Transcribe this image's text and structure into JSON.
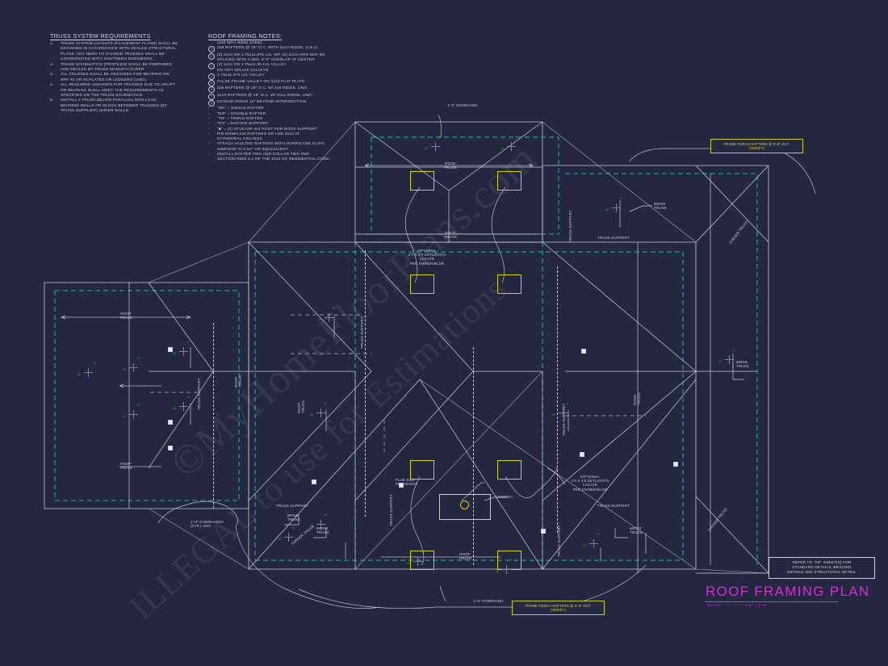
{
  "sheet": {
    "background_color": "#232740",
    "line_color": "#c9ccd8",
    "cyan_color": "#1bb3b3",
    "yellow_color": "#d6d400",
    "magenta_color": "#d62fd6",
    "green_color": "#2fbf2f"
  },
  "truss_requirements": {
    "title": "TRUSS SYSTEM REQUIREMENTS",
    "items": [
      {
        "num": "1.",
        "text": "TRUSS SYSTEM LAYOUTS (PLACEMENT PLANS) SHALL BE\nDESIGNED IN ACCORDANCE WITH SEALED STRUCTURAL\nPLANS. ANY NEED TO CHANGE TRUSSES SHALL BE\nCOORDINATED WITH SOUTHERN ENGINEERS."
      },
      {
        "num": "2.",
        "text": "TRUSS SCHEMATICS (PROFILES) SHALL BE PREPARED\nAND SEALED BY TRUSS MANUFACTURER."
      },
      {
        "num": "3.",
        "text": "ALL TRUSSES SHALL BE DESIGNED FOR BEARING ON\nSPF #2 OR #3 PLATES OR LEDGERS (UNO)."
      },
      {
        "num": "4.",
        "text": "ALL REQUIRED ANCHORS FOR TRUSSES DUE TO UPLIFT\nOR BEARING SHALL MEET THE REQUIREMENTS AS\nSPECIFIED ON THE TRUSS SCHEMATICS."
      },
      {
        "num": "5.",
        "text": "INSTALL A TRUSS BELOW PARALLEL NON-LOAD\nBEARING WALLS OR BLOCK BETWEEN TRUSSES (BY\nTRUSS SUPPLIER) UNDER WALLS."
      }
    ]
  },
  "roof_framing_notes": {
    "title": "ROOF FRAMING NOTES:",
    "subtitle": "(100 MPH WIND ZONE)",
    "numbered": [
      {
        "key": "1",
        "text": "2x8 RAFTERS @ 16\" O.C. WITH 2x10 RIDGE, U.N.O."
      },
      {
        "key": "2",
        "text": "(2) 2x10 OR 1.75x11.875 LVL HIP. (2) 2x10 HIPS MAY BE\nSPLICED WITH A MIN. 6'-0\" OVERLAP AT CENTER"
      },
      {
        "key": "3",
        "text": "(2) 2x10 OR 1.75x11.25 LVL VALLEY.\nDO NOT SPLICE VALLEYS"
      },
      {
        "key": "4",
        "text": "1.75x11.875 LVL VALLEY"
      },
      {
        "key": "5",
        "text": "FALSE FRAME VALLEY ON 2x10 FLAT PLATE"
      },
      {
        "key": "6",
        "text": "2x6 RAFTERS @ 16\" O.C. W/ 2x8 RIDGE, UNO."
      },
      {
        "key": "7",
        "text": "2x10 RAFTERS @ 16\" O.C. W/ 2x12 RIDGE, UNO."
      },
      {
        "key": "8",
        "text": "EXTEND RIDGE 12\" BEYOND INTERSECTION"
      }
    ],
    "bullets": [
      {
        "key": "-",
        "text": "\"SR\" = SINGLE RAFTER"
      },
      {
        "key": "-",
        "text": "\"DR\" = DOUBLE RAFTER"
      },
      {
        "key": "-",
        "text": "\"TR\" = TRIPLE RAFTER"
      },
      {
        "key": "-",
        "text": "\"RS\" = RAFTER SUPPORT"
      },
      {
        "key": "-",
        "text": "\"■\"  = (3) STUD OR 4x4 POST FOR ROOF SUPPORT"
      },
      {
        "key": "-",
        "text": "FIR DOWN 2x8 RAFTERS OR USE 2x10 AT\nCATHEDRAL CEILINGS"
      },
      {
        "key": "-",
        "text": "ATTACH VAULTED RAFTERS WITH HURRICANE CLIPS;\nSIMPSON \"H-2.5A\" OR EQUIVALENT"
      },
      {
        "key": "-",
        "text": "INSTALL RAFTER TIES AND COLLAR TIES PER\nSECTION R802.3.1 OF THE 2012 NC RESIDENTIAL CODE."
      }
    ]
  },
  "title_block": {
    "title": "ROOF FRAMING PLAN",
    "scale": "SCALE: --------------1/4\" = 1'-0\"",
    "reference_note": "REFER TO \"SD\"  SHEET(S) FOR\nSTANDARD DETAILS, BRACING\nDETAILS AND STRUCTURAL NOTES."
  },
  "callouts": [
    {
      "id": "porch-rafters-top",
      "text": "FRAME PORCH RAFTERS @ 9'-8\" HGT.\n(VERIFY)"
    },
    {
      "id": "porch-rafters-bottom",
      "text": "FRAME PORCH RAFTERS @ 9'-8\" HGT.\n(VERIFY)"
    }
  ],
  "plan_labels": {
    "roof_truss": "ROOF\nTRUSS",
    "truss_support": "TRUSS SUPPORT",
    "mono_truss": "MONO\nTRUSS",
    "girder_truss": "GIRDER TRUSS",
    "chimney": "CHIMNEY",
    "flue_size": "FLUE SIZE\nPER MANUF.",
    "skylights": "OPTIONAL\n2'0 X 4'0 SKYLIGHTS\nLOCATE\nPER OWNER/BLDR",
    "overhang_top": "1'-0\" OVERHANG",
    "overhang_bottom": "1'-0\" OVERHANG",
    "overhangs_typ": "1'-0\" OVERHANGS\n(TYP.) UNO"
  },
  "watermark": {
    "line1": "©MyHomeFloorPlans.com",
    "line2": "ILLEGAL to use for Estimations"
  }
}
